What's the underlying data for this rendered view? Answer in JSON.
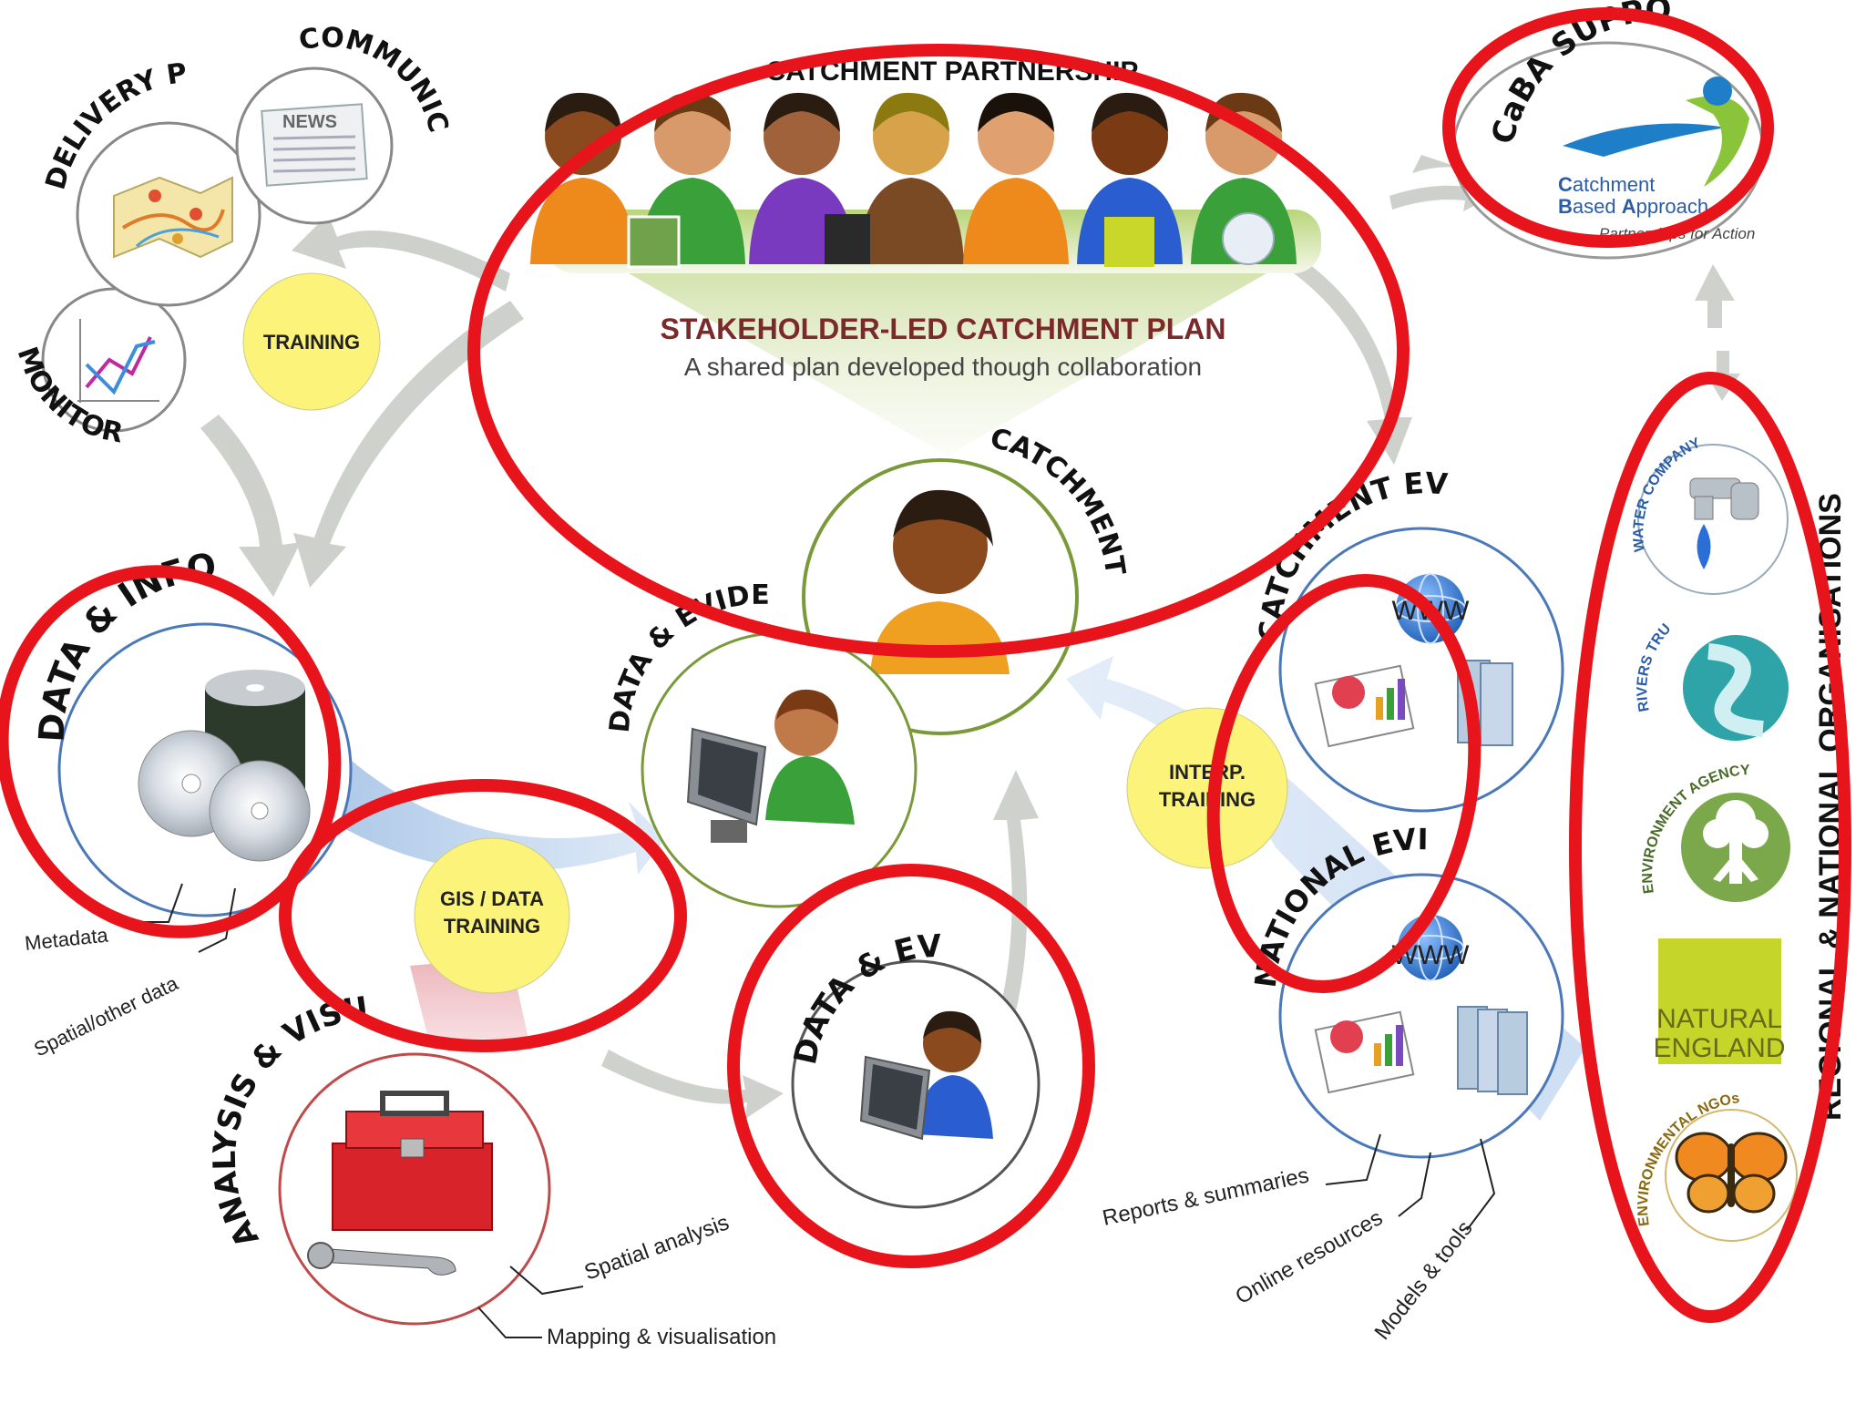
{
  "partnership": {
    "title": "CATCHMENT PARTNERSHIP",
    "plan_title": "STAKEHOLDER-LED CATCHMENT PLAN",
    "plan_subtitle": "A shared plan developed though collaboration"
  },
  "caba": {
    "arc_label": "CaBA SUPPO",
    "logo_line1_bold": "C",
    "logo_line1_rest": "atchment",
    "logo_line2_b": "B",
    "logo_line2_rest1": "ased ",
    "logo_line2_a": "A",
    "logo_line2_rest2": "pproach",
    "logo_tagline": "Partnerships for Action"
  },
  "top_left": {
    "delivery": "DELIVERY P",
    "communic": "COMMUNIC",
    "monitor": "MONITOR",
    "news": "NEWS",
    "training": "TRAINING"
  },
  "catchment_coord": {
    "arc_label": "CATCHMENT"
  },
  "data_info": {
    "arc_label": "DATA & INFO",
    "callout_metadata": "Metadata",
    "callout_spatial": "Spatial/other data"
  },
  "gis_training": {
    "line1": "GIS / DATA",
    "line2": "TRAINING"
  },
  "data_evidence": {
    "arc_label": "DATA & EVIDE"
  },
  "data_ev": {
    "arc_label": "DATA & EV"
  },
  "analysis": {
    "arc_label": "ANALYSIS & VISU",
    "callout_spatial": "Spatial analysis",
    "callout_mapping": "Mapping & visualisation"
  },
  "catchment_ev": {
    "arc_label": "CATCHMENT EV",
    "www": "WWW"
  },
  "interp_training": {
    "line1": "INTERP.",
    "line2": "TRAINING"
  },
  "national_ev": {
    "arc_label": "NATIONAL EVI",
    "www": "WWW",
    "callout_reports": "Reports & summaries",
    "callout_online": "Online resources",
    "callout_models": "Models & tools"
  },
  "organisations": {
    "side_label": "REGIONAL & NATIONAL ORGANISATIONS",
    "water_company": "WATER COMPANY",
    "rivers_trust": "RIVERS TRUST",
    "environment_agency": "ENVIRONMENT AGENCY",
    "natural_england_1": "NATURAL",
    "natural_england_2": "ENGLAND",
    "ngos": "ENVIRONMENTAL NGOs"
  },
  "colors": {
    "highlight_red": "#e8141b",
    "training_yellow": "#fbf37a",
    "green_border": "#7a9a3a",
    "blue_border": "#4a78b8",
    "plan_title": "#7a2a2a"
  }
}
